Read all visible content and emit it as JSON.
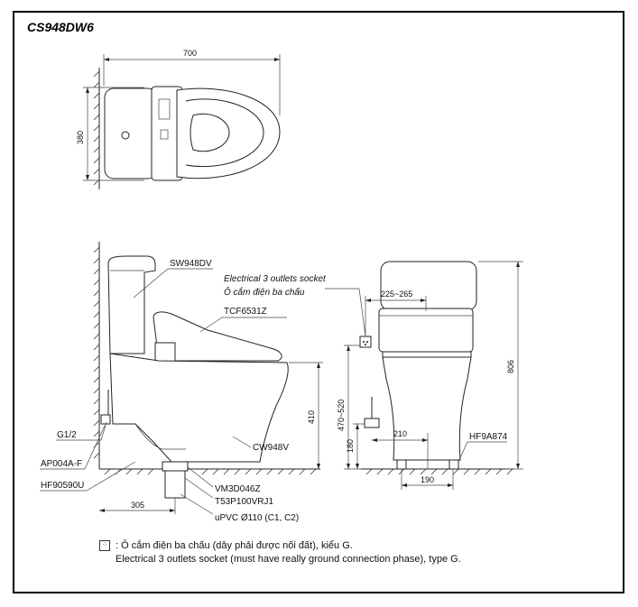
{
  "title": "CS948DW6",
  "dimensions": {
    "top_width": "700",
    "top_depth": "380",
    "height_806": "806",
    "height_410": "410",
    "height_470_520": "470~520",
    "height_180": "180",
    "rough_305": "305",
    "socket_225_265": "225~265",
    "side_210": "210",
    "base_190": "190"
  },
  "labels": {
    "tank": "SW948DV",
    "seat": "TCF6531Z",
    "bowl": "CW948V",
    "g12": "G1/2",
    "ap004": "AP004A-F",
    "hf90590": "HF90590U",
    "vm3d": "VM3D046Z",
    "t53p": "T53P100VRJ1",
    "upvc": "uPVC Ø110 (C1, C2)",
    "hf9a": "HF9A874",
    "socket_en": "Electrical 3 outlets socket",
    "socket_vi": "Ô cắm điện ba chấu"
  },
  "note": {
    "icon": "socket-icon",
    "line1": ": Ô cắm điện ba chấu (dây phải được nối đất), kiểu G.",
    "line2": "Electrical 3 outlets socket (must have really ground connection phase), type G."
  }
}
